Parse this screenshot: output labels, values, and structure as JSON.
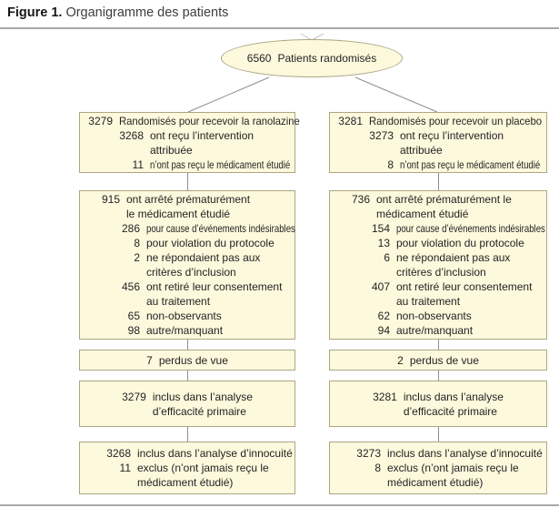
{
  "colors": {
    "box_fill": "#fcf9dd",
    "box_border": "#ada583",
    "text": "#231f20",
    "connector": "#8f8f8f",
    "rule": "#a8a8a8"
  },
  "header": {
    "label": "Figure 1.",
    "title": "Organigramme des patients"
  },
  "ellipse": {
    "num": "6560",
    "text": "Patients randomisés"
  },
  "columns": [
    {
      "name": "ranolazine",
      "allocation": {
        "lines": [
          {
            "num": "3279",
            "text": "Randomisés pour recevoir la ranolazine"
          },
          {
            "num": "3268",
            "text": "ont reçu l’intervention\nattribuée"
          },
          {
            "num": "11",
            "text": "n’ont pas reçu le médicament étudié"
          }
        ]
      },
      "discontinued": {
        "lines": [
          {
            "num": "915",
            "text": "ont arrêté prématurément\nle médicament étudié"
          },
          {
            "num": "286",
            "text": "pour cause d’événements indésirables"
          },
          {
            "num": "8",
            "text": "pour violation du protocole"
          },
          {
            "num": "2",
            "text": "ne répondaient pas aux\ncritères d’inclusion"
          },
          {
            "num": "456",
            "text": "ont retiré leur consentement\nau traitement"
          },
          {
            "num": "65",
            "text": "non-observants"
          },
          {
            "num": "98",
            "text": "autre/manquant"
          }
        ]
      },
      "lost": {
        "num": "7",
        "text": "perdus de vue"
      },
      "efficacy": {
        "num": "3279",
        "text": "inclus dans l’analyse\nd’efficacité primaire"
      },
      "safety": {
        "lines": [
          {
            "num": "3268",
            "text": "inclus dans l’analyse d’innocuité"
          },
          {
            "num": "11",
            "text": "exclus (n’ont jamais reçu le\nmédicament étudié)"
          }
        ]
      }
    },
    {
      "name": "placebo",
      "allocation": {
        "lines": [
          {
            "num": "3281",
            "text": "Randomisés pour recevoir un placebo"
          },
          {
            "num": "3273",
            "text": "ont reçu l’intervention\nattribuée"
          },
          {
            "num": "8",
            "text": "n’ont pas reçu le médicament étudié"
          }
        ]
      },
      "discontinued": {
        "lines": [
          {
            "num": "736",
            "text": "ont arrêté prématurément le\nmédicament étudié"
          },
          {
            "num": "154",
            "text": "pour cause d’événements indésirables"
          },
          {
            "num": "13",
            "text": "pour violation du protocole"
          },
          {
            "num": "6",
            "text": "ne répondaient pas aux\ncritères d’inclusion"
          },
          {
            "num": "407",
            "text": "ont retiré leur consentement\nau traitement"
          },
          {
            "num": "62",
            "text": "non-observants"
          },
          {
            "num": "94",
            "text": "autre/manquant"
          }
        ]
      },
      "lost": {
        "num": "2",
        "text": "perdus de vue"
      },
      "efficacy": {
        "num": "3281",
        "text": "inclus dans l’analyse\nd’efficacité primaire"
      },
      "safety": {
        "lines": [
          {
            "num": "3273",
            "text": "inclus dans l’analyse d’innocuité"
          },
          {
            "num": "8",
            "text": "exclus (n’ont jamais reçu le\nmédicament étudié)"
          }
        ]
      }
    }
  ]
}
